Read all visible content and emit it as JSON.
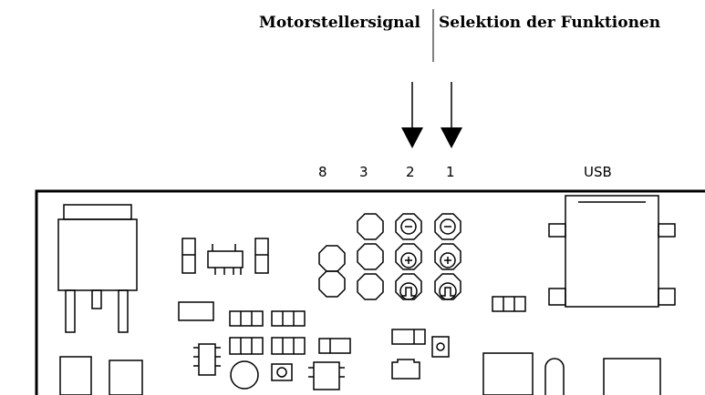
{
  "callouts": {
    "left": "Motorstellersignal",
    "right": "Selektion der Funktionen"
  },
  "pin_columns": [
    "8",
    "3",
    "2",
    "1"
  ],
  "connector_label": "USB",
  "pin_symbols": {
    "minus": "−",
    "plus": "+"
  }
}
